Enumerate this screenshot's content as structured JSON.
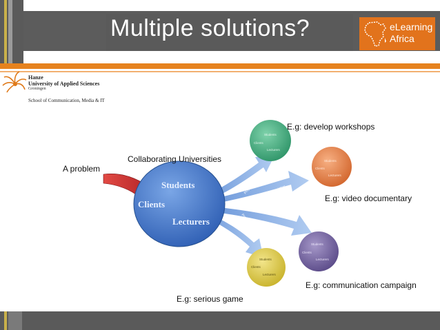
{
  "slide": {
    "title": "Multiple solutions?"
  },
  "branding": {
    "event_logo_line1": "eLearning",
    "event_logo_line2": "Africa",
    "university_line1": "Hanze",
    "university_line2": "University of Applied Sciences",
    "university_line3": "Groningen",
    "school": "School of Communication, Media & IT"
  },
  "diagram": {
    "problem_label": "A problem",
    "collab_label": "Collaborating Universities",
    "main_circle": {
      "students": "Students",
      "clients": "Clients",
      "lecturers": "Lecturers"
    },
    "arrow_text": "Project description",
    "small_circle_words": [
      "Students",
      "Clients",
      "Lecturers"
    ],
    "examples": {
      "workshops": "E.g: develop workshops",
      "video": "E.g: video documentary",
      "campaign": "E.g: communication campaign",
      "game": "E.g: serious game"
    }
  },
  "colors": {
    "accent_orange": "#e6821e",
    "title_bar": "#5c5c5c",
    "main_circle": "#3f72c8",
    "problem_arrow": "#c8272a",
    "green_circle": "#3ea87a",
    "orange_circle": "#df7a3a",
    "purple_circle": "#6a5a96",
    "yellow_circle": "#d6c23a"
  }
}
